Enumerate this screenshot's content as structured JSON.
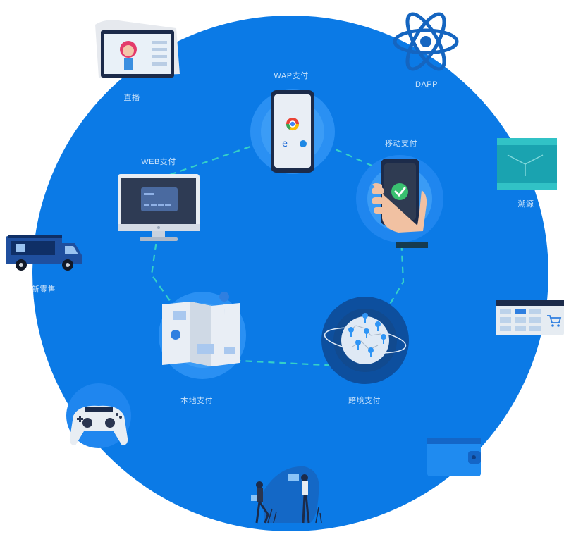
{
  "colors": {
    "circle": "#0b7ae6",
    "glow": "#2f95f5",
    "ring_dash": "#35d0c8",
    "white": "#ffffff",
    "label_on_blue": "#e5f0fc",
    "label_outside": "#6b7280"
  },
  "payment_methods": [
    {
      "label": "WAP支付",
      "icon": "phone-browser-icon"
    },
    {
      "label": "移动支付",
      "icon": "hand-phone-check-icon"
    },
    {
      "label": "跨境支付",
      "icon": "globe-pins-icon"
    },
    {
      "label": "本地支付",
      "icon": "map-pin-icon"
    },
    {
      "label": "WEB支付",
      "icon": "desktop-monitor-icon"
    }
  ],
  "scenarios": [
    {
      "label": "直播",
      "icon": "live-stream-tablet-icon"
    },
    {
      "label": "DAPP",
      "icon": "react-atom-icon"
    },
    {
      "label": "溯源",
      "icon": "trace-card-icon"
    },
    {
      "label": "新零售",
      "icon": "food-truck-icon"
    },
    {
      "label": "",
      "icon": "shopping-cart-calendar-icon"
    },
    {
      "label": "",
      "icon": "game-controller-icon"
    },
    {
      "label": "",
      "icon": "wallet-icon"
    },
    {
      "label": "",
      "icon": "people-chat-icon"
    }
  ]
}
